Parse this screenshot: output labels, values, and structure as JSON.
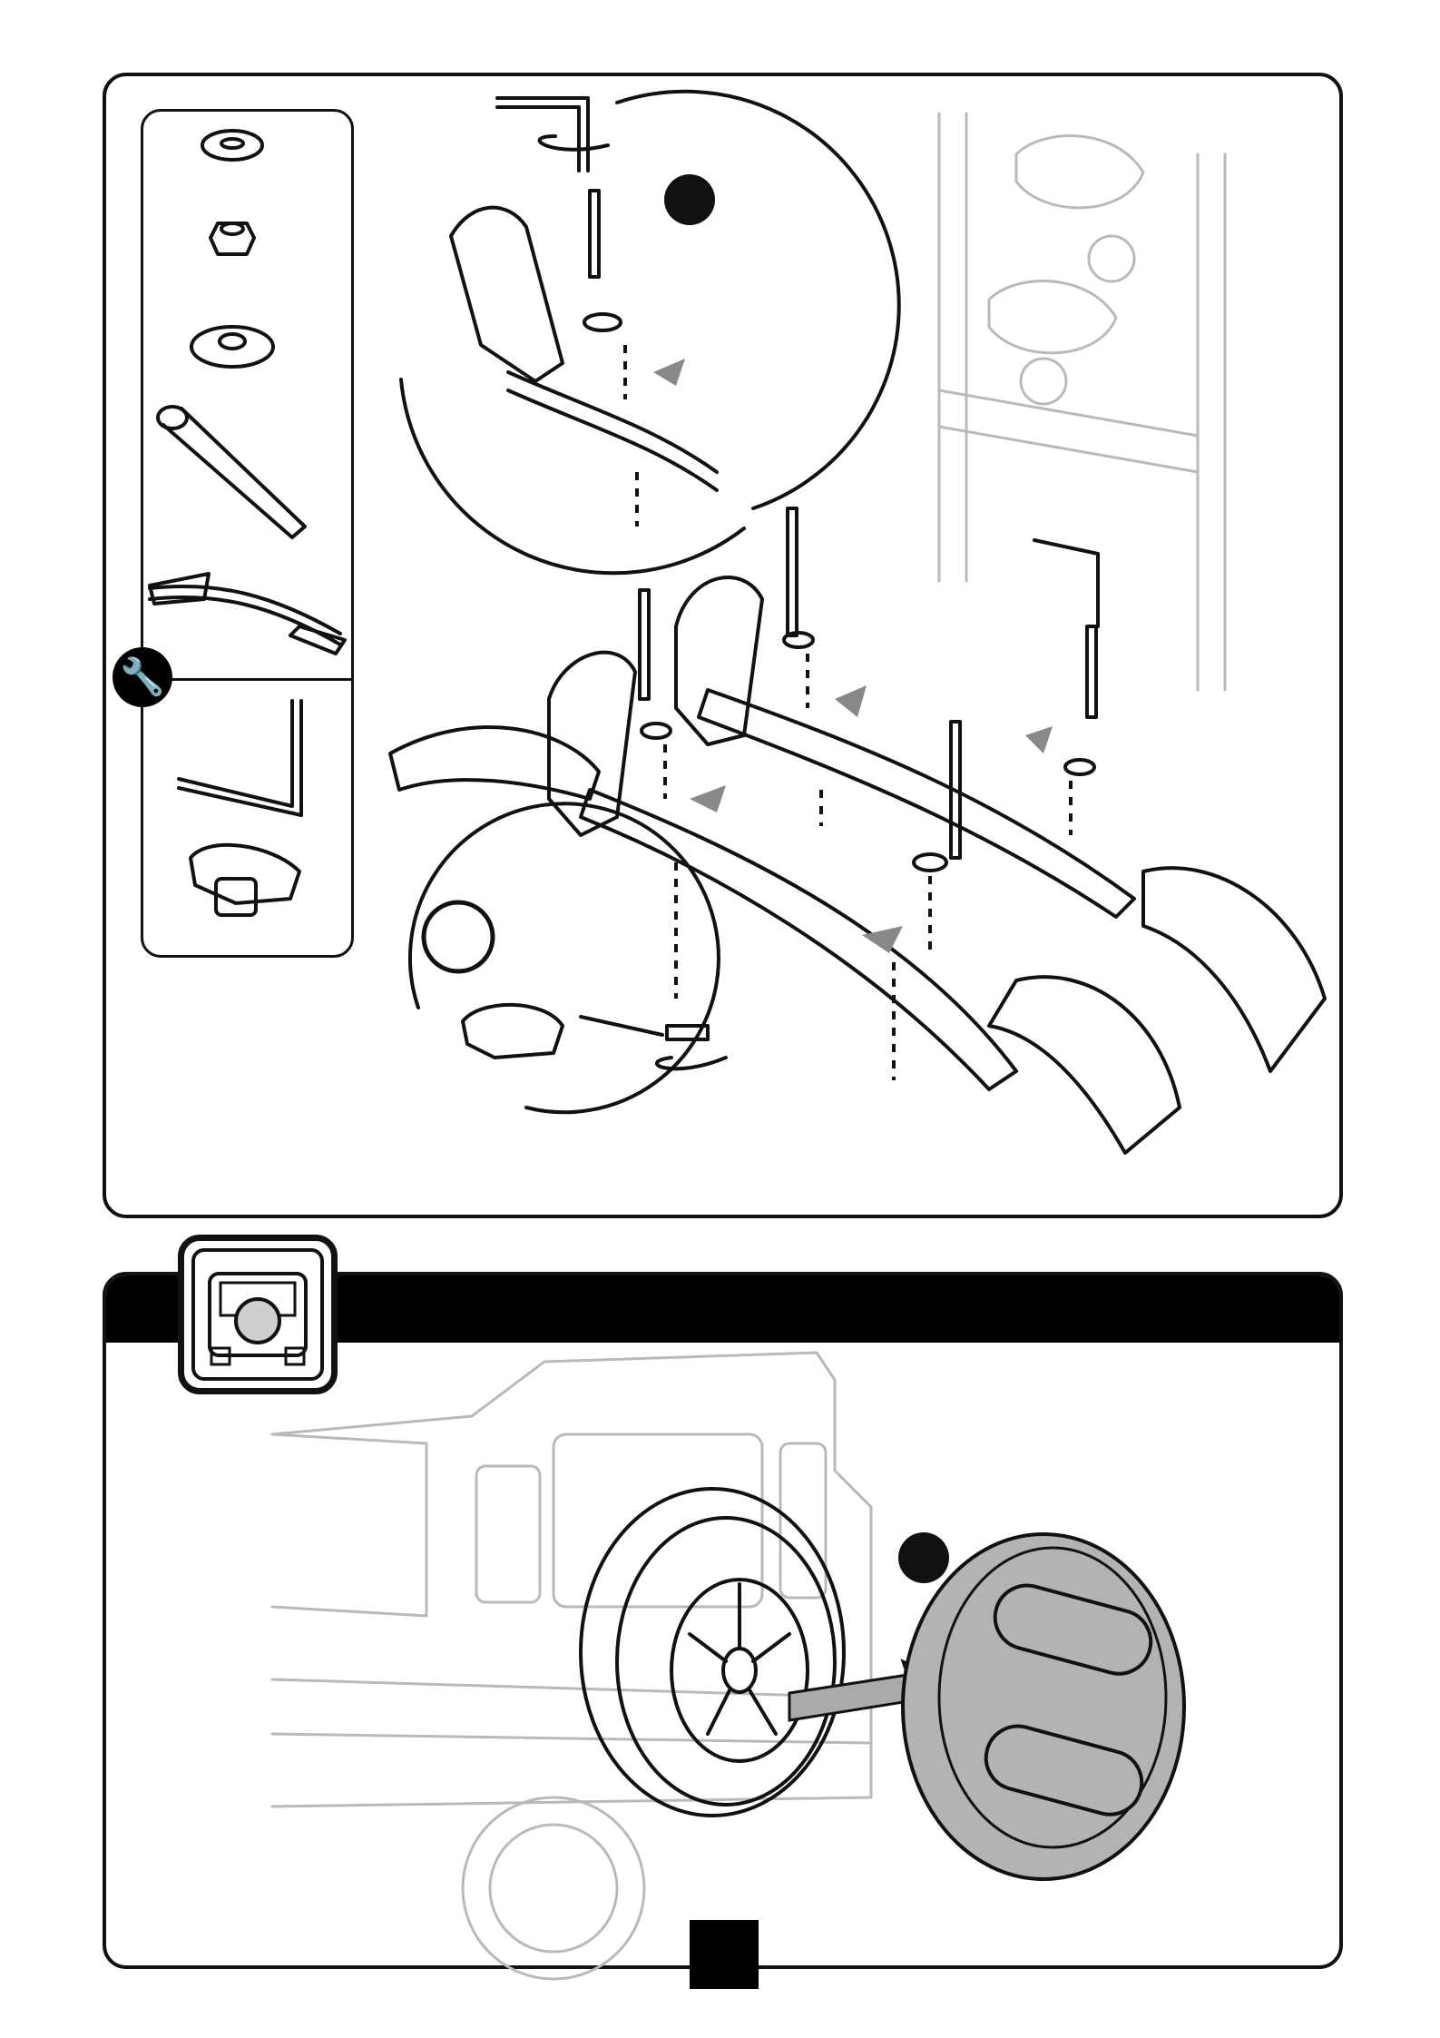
{
  "icons": {
    "tool_badge": "wrench-icon",
    "step_marker": "filled-circle-icon",
    "vehicle": "vehicle-rear-icon"
  },
  "parts_list": [
    "washer",
    "lock-nut",
    "dished-washer",
    "bolt",
    "wheel-holder",
    "allen-key",
    "knob"
  ],
  "colors": {
    "line": "#111111",
    "ghost": "#b9b9b9",
    "cover": "#b3b3b3",
    "arrow": "#888888"
  }
}
